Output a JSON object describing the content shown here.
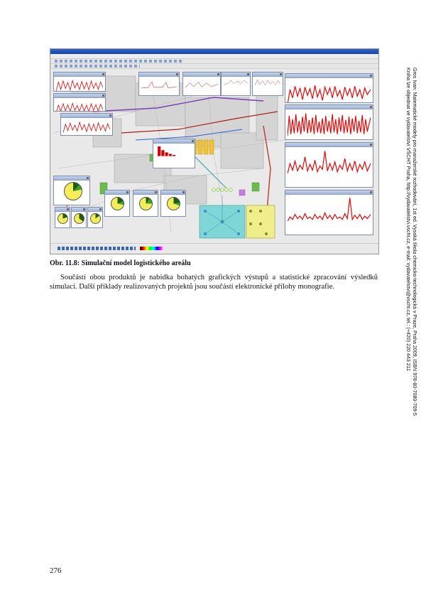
{
  "caption": "Obr. 11.8: Simulační model logistického areálu",
  "paragraph": "Součástí obou produktů je nabídka bohatých grafických výstupů a statistické zpracování výsledků simulací. Další  příklady realizovaných projektů jsou součástí elektronické přílohy monografie.",
  "side_note": {
    "line1": "Gros Ivan: Matematické modely pro manažerské rozhodování, 1st ed. Vysoká škola chemicko-technologická v Praze, Praha 2009, ISBN 978-80-7080-709-5",
    "line2": "Kniha lze objednat ve vydavatelství VŠCHT Praha, http://vydavatelstvi.vscht.cz, e-mail: vydavatelstvi@vscht.cz, tel.: (+420) 220 443 211"
  },
  "page_number": "276"
}
